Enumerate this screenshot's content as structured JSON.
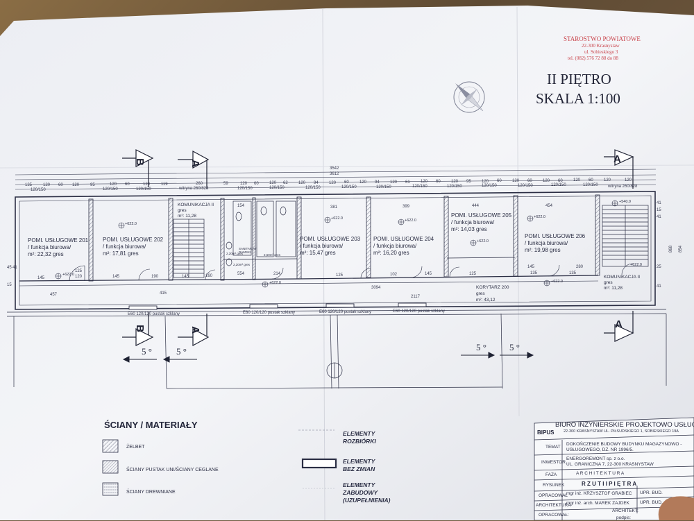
{
  "stamp": {
    "name": "STAROSTWO POWIATOWE",
    "address1": "22-300 Krasnystaw",
    "address2": "ul. Sobieskiego 3",
    "phone": "tel. (082) 576 72 88 do 88"
  },
  "title": {
    "floor": "II PIĘTRO",
    "scale": "SKALA 1:100"
  },
  "dims": {
    "overall": "3542",
    "overall2": "3612",
    "bottom_main": "3094",
    "bottom_corr": "2117",
    "row": [
      "135",
      "120",
      "60",
      "120",
      "95",
      "120",
      "60",
      "120",
      "119",
      "260",
      "59",
      "120",
      "60",
      "120",
      "62",
      "120",
      "94",
      "120",
      "60",
      "120",
      "94",
      "120",
      "61",
      "120",
      "60",
      "120",
      "95",
      "120",
      "60",
      "120",
      "60",
      "120",
      "60",
      "120",
      "60",
      "120",
      "120"
    ],
    "row2": [
      "120/150",
      "120/150",
      "120/150",
      "witryna 260/828",
      "120/150",
      "120/150",
      "120/150",
      "120/150",
      "120/150",
      "120/150",
      "120/150",
      "120/150",
      "120/150",
      "120/150",
      "120/150",
      "witryna 260/828"
    ],
    "room_widths": [
      "381",
      "399",
      "444",
      "454",
      "154",
      "554",
      "214"
    ],
    "side_right": [
      "41",
      "15",
      "41",
      "25",
      "41",
      "868",
      "854"
    ],
    "side_left": [
      "45",
      "15",
      "41"
    ],
    "misc": [
      "457",
      "415",
      "145",
      "120",
      "125",
      "145",
      "190",
      "145",
      "160",
      "125",
      "102",
      "145",
      "125",
      "135",
      "135",
      "145",
      "280"
    ]
  },
  "rooms": [
    {
      "name": "POMI. USŁUGOWE 201",
      "func": "/ funkcja biurowa/",
      "area": "m²: 22,32 gres"
    },
    {
      "name": "POMI. USŁUGOWE 202",
      "func": "/ funkcja biurowa/",
      "area": "m²: 17,81 gres"
    },
    {
      "name": "POMI. USŁUGOWE 203",
      "func": "/ funkcja biurowa/",
      "area": "m²: 15,47 gres"
    },
    {
      "name": "POMI. USŁUGOWE 204",
      "func": "/ funkcja biurowa/",
      "area": "m²: 16,20 gres"
    },
    {
      "name": "POMI. USŁUGOWE 205",
      "func": "/ funkcja biurowa/",
      "area": "m²: 14,03 gres"
    },
    {
      "name": "POMI. USŁUGOWE 206",
      "func": "/ funkcja biurowa/",
      "area": "m²: 19,98 gres"
    }
  ],
  "komunikacja_left": {
    "name": "KOMUNIKACJA II",
    "mat": "gres",
    "area": "m²: 11,28"
  },
  "komunikacja_right": {
    "name": "KOMUNIKACJA II",
    "mat": "gres",
    "area": "m²: 11,28"
  },
  "korytarz": {
    "name": "KORYTARZ 200",
    "mat": "gres",
    "area": "m²: 43,12"
  },
  "wc": {
    "label1": "SANITARIAT",
    "label2": "DAMSKI",
    "area1": "2,20m² gres",
    "area2": "2,20m² gres",
    "area3": "2,60m² gres"
  },
  "levels": [
    "+622.0",
    "+622.0",
    "+622.0",
    "+622.0",
    "+622.0",
    "+622.0",
    "+622.0",
    "+622.0",
    "+622.0",
    "+540.0"
  ],
  "sections": [
    "B",
    "A",
    "A",
    "B",
    "A",
    "A"
  ],
  "bottom_labels": [
    "E60 120/120 pustak szklany",
    "E60 120/120 pustak szklany",
    "E60 120/120 pustak szklany",
    "E60 120/120 pustak szklany"
  ],
  "slopes": [
    "5 °",
    "5 °",
    "5 °",
    "5 °"
  ],
  "legend": {
    "title": "ŚCIANY / MATERIAŁY",
    "items": [
      "ŻELBET",
      "ŚCIANY PUSTAK UNI/ŚCIANY CEGLANE",
      "ŚCIANY DREWNIANE"
    ],
    "elements": [
      "ELEMENTY",
      "ROZBIÓRKI",
      "ELEMENTY",
      "BEZ ZMIAN",
      "ELEMENTY",
      "ZABUDOWY",
      "(UZUPEŁNIENIA)"
    ]
  },
  "titleblock": {
    "logo": "BIPUS",
    "office": "BIURO INŻYNIERSKIE PROJEKTOWO USŁUGOWE",
    "office_addr": "22-300 KRASNYSTAW UL. PIŁSUDSKIEGO 1, SOBIESKIEGO 19A",
    "rows": [
      {
        "label": "TEMAT",
        "value": "DOKOŃCZENIE BUDOWY BUDYNKU MAGAZYNOWO -",
        "value2": "USŁUGOWEGO, DZ. NR 1996/5."
      },
      {
        "label": "INWESTOR",
        "value": "ENERGOREMONT sp. z o.o.",
        "value2": "UL. GRANICZNA 7, 22-300 KRASNYSTAW"
      },
      {
        "label": "FAZA",
        "value": "A R C H I T E K T U R A",
        "value2": ""
      },
      {
        "label": "RYSUNEK",
        "value": "R Z U T  I I  P I Ę T R A",
        "value2": ""
      },
      {
        "label": "OPRACOWAŁ",
        "value": "mgr inż. KRZYSZTOF GRABIEC",
        "value2": "UPR. BUD."
      },
      {
        "label": "ARCHITEKTURA",
        "value": "mgr inż. arch. MAREK ZAJDEK",
        "value2": "UPR. BUD."
      },
      {
        "label": "OPRACOWAŁ:",
        "value": "",
        "value2": ""
      }
    ],
    "arch_label": "ARCHITEKT:",
    "sign_label": "podpis:"
  }
}
